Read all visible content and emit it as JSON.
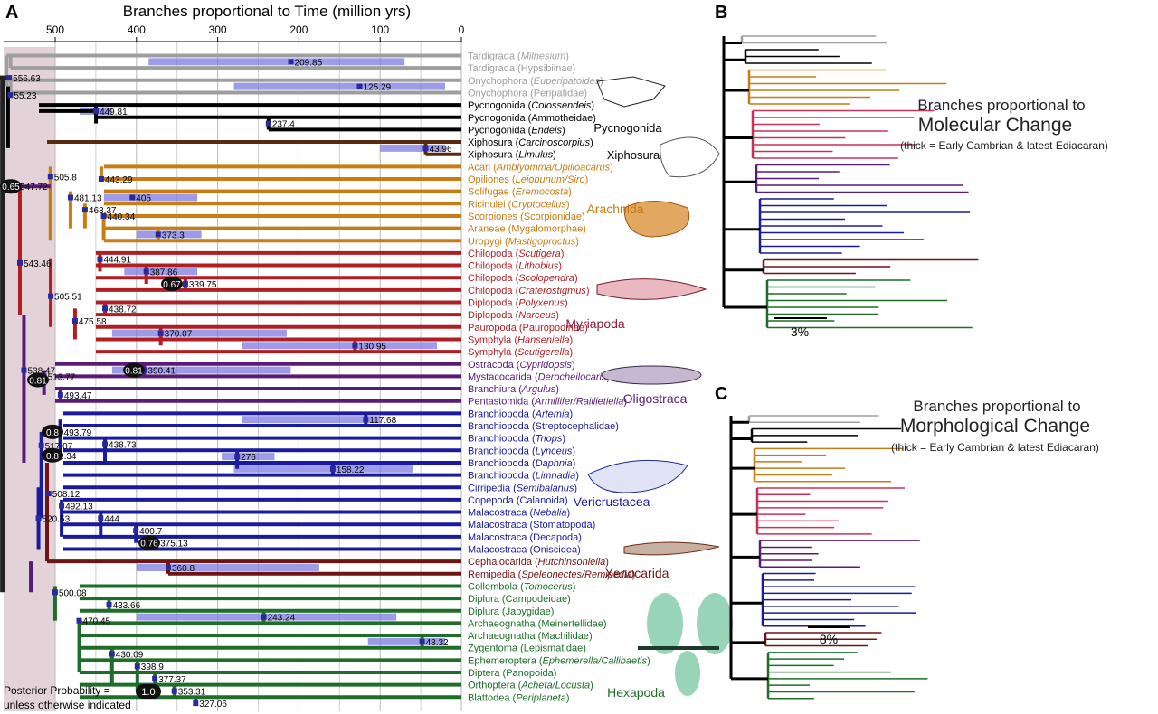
{
  "panelA": {
    "letter": "A",
    "axis_title": "Branches proportional to Time (million yrs)",
    "ticks": [
      "500",
      "400",
      "300",
      "200",
      "100",
      "0"
    ],
    "taxa": [
      {
        "group": "Tardigrada",
        "species": "Milnesium",
        "italic": true,
        "color": "#9e9e9e"
      },
      {
        "group": "Tardigrada",
        "species": "Hypsibiinae",
        "italic": false,
        "color": "#9e9e9e"
      },
      {
        "group": "Onychophora",
        "species": "Euperipatoides",
        "italic": true,
        "color": "#9e9e9e"
      },
      {
        "group": "Onychophora",
        "species": "Peripatidae",
        "italic": false,
        "color": "#9e9e9e"
      },
      {
        "group": "Pycnogonida",
        "species": "Colossendeis",
        "italic": true,
        "color": "#000000"
      },
      {
        "group": "Pycnogonida",
        "species": "Ammotheidae",
        "italic": false,
        "color": "#000000"
      },
      {
        "group": "Pycnogonida",
        "species": "Endeis",
        "italic": true,
        "color": "#000000"
      },
      {
        "group": "Xiphosura",
        "species": "Carcinoscorpius",
        "italic": true,
        "color": "#000000"
      },
      {
        "group": "Xiphosura",
        "species": "Limulus",
        "italic": true,
        "color": "#000000"
      },
      {
        "group": "Acari",
        "species": "Amblyomma/Opilioacarus",
        "italic": true,
        "color": "#c87c12"
      },
      {
        "group": "Opiliones",
        "species": "Leiobunum/Siro",
        "italic": true,
        "color": "#c87c12"
      },
      {
        "group": "Solifugae",
        "species": "Eremocosta",
        "italic": true,
        "color": "#c87c12"
      },
      {
        "group": "Ricinulei",
        "species": "Cryptocellus",
        "italic": true,
        "color": "#c87c12"
      },
      {
        "group": "Scorpiones",
        "species": "Scorpionidae",
        "italic": false,
        "color": "#c87c12"
      },
      {
        "group": "Araneae",
        "species": "Mygalomorphae",
        "italic": false,
        "color": "#c87c12"
      },
      {
        "group": "Uropygi",
        "species": "Mastigoproctus",
        "italic": true,
        "color": "#c87c12"
      },
      {
        "group": "Chilopoda",
        "species": "Scutigera",
        "italic": true,
        "color": "#b01e24"
      },
      {
        "group": "Chilopoda",
        "species": "Lithobius",
        "italic": true,
        "color": "#b01e24"
      },
      {
        "group": "Chilopoda",
        "species": "Scolopendra",
        "italic": true,
        "color": "#b01e24"
      },
      {
        "group": "Chilopoda",
        "species": "Craterostigmus",
        "italic": true,
        "color": "#b01e24"
      },
      {
        "group": "Diplopoda",
        "species": "Polyxenus",
        "italic": true,
        "color": "#b01e24"
      },
      {
        "group": "Diplopoda",
        "species": "Narceus",
        "italic": true,
        "color": "#b01e24"
      },
      {
        "group": "Pauropoda",
        "species": "Pauropodinae",
        "italic": false,
        "color": "#b01e24"
      },
      {
        "group": "Symphyla",
        "species": "Hanseniella",
        "italic": true,
        "color": "#b01e24"
      },
      {
        "group": "Symphyla",
        "species": "Scutigerella",
        "italic": true,
        "color": "#b01e24"
      },
      {
        "group": "Ostracoda",
        "species": "Cypridopsis",
        "italic": true,
        "color": "#5a1a78"
      },
      {
        "group": "Mystacocarida",
        "species": "Derocheilocaris",
        "italic": true,
        "color": "#5a1a78"
      },
      {
        "group": "Branchiura",
        "species": "Argulus",
        "italic": true,
        "color": "#5a1a78"
      },
      {
        "group": "Pentastomida",
        "species": "Armillifer/Raillietiella",
        "italic": true,
        "color": "#5a1a78"
      },
      {
        "group": "Branchiopoda",
        "species": "Artemia",
        "italic": true,
        "color": "#1a1a9e"
      },
      {
        "group": "Branchiopoda",
        "species": "Streptocephalidae",
        "italic": false,
        "color": "#1a1a9e"
      },
      {
        "group": "Branchiopoda",
        "species": "Triops",
        "italic": true,
        "color": "#1a1a9e"
      },
      {
        "group": "Branchiopoda",
        "species": "Lynceus",
        "italic": true,
        "color": "#1a1a9e"
      },
      {
        "group": "Branchiopoda",
        "species": "Daphnia",
        "italic": true,
        "color": "#1a1a9e"
      },
      {
        "group": "Branchiopoda",
        "species": "Limnadia",
        "italic": true,
        "color": "#1a1a9e"
      },
      {
        "group": "Cirripedia",
        "species": "Semibalanus",
        "italic": true,
        "color": "#1a1a9e"
      },
      {
        "group": "Copepoda",
        "species": "Calanoida",
        "italic": false,
        "color": "#1a1a9e"
      },
      {
        "group": "Malacostraca",
        "species": "Nebalia",
        "italic": true,
        "color": "#1a1a9e"
      },
      {
        "group": "Malacostraca",
        "species": "Stomatopoda",
        "italic": false,
        "color": "#1a1a9e"
      },
      {
        "group": "Malacostraca",
        "species": "Decapoda",
        "italic": false,
        "color": "#1a1a9e"
      },
      {
        "group": "Malacostraca",
        "species": "Oniscidea",
        "italic": false,
        "color": "#1a1a9e"
      },
      {
        "group": "Cephalocarida",
        "species": "Hutchinsoniella",
        "italic": true,
        "color": "#6e1414"
      },
      {
        "group": "Remipedia",
        "species": "Speleonectes/Remipedia",
        "italic": true,
        "color": "#6e1414"
      },
      {
        "group": "Collembola",
        "species": "Tomocerus",
        "italic": true,
        "color": "#1e6e2a"
      },
      {
        "group": "Diplura",
        "species": "Campodeidae",
        "italic": false,
        "color": "#1e6e2a"
      },
      {
        "group": "Diplura",
        "species": "Japygidae",
        "italic": false,
        "color": "#1e6e2a"
      },
      {
        "group": "Archaeognatha",
        "species": "Meinertellidae",
        "italic": false,
        "color": "#1e6e2a"
      },
      {
        "group": "Archaeognatha",
        "species": "Machilidae",
        "italic": false,
        "color": "#1e6e2a"
      },
      {
        "group": "Zygentoma",
        "species": "Lepismatidae",
        "italic": false,
        "color": "#1e6e2a"
      },
      {
        "group": "Ephemeroptera",
        "species": "Ephemerella/Callibaetis",
        "italic": true,
        "color": "#1e6e2a"
      },
      {
        "group": "Diptera",
        "species": "Panopoida",
        "italic": false,
        "color": "#1e6e2a"
      },
      {
        "group": "Orthoptera",
        "species": "Acheta/Locusta",
        "italic": true,
        "color": "#1e6e2a"
      },
      {
        "group": "Blattodea",
        "species": "Periplaneta",
        "italic": true,
        "color": "#1e6e2a"
      }
    ],
    "node_ages": [
      {
        "label": "209.85",
        "age": 209.85,
        "row": 0.5,
        "ci": [
          385,
          70
        ]
      },
      {
        "label": "125.29",
        "age": 125.29,
        "row": 2.5,
        "ci": [
          280,
          20
        ]
      },
      {
        "label": "556.63",
        "age": 556.63,
        "row": 1.8
      },
      {
        "label": "449.81",
        "age": 449.81,
        "row": 4.5,
        "ci": [
          470,
          430
        ]
      },
      {
        "label": "237.4",
        "age": 237.4,
        "row": 5.5
      },
      {
        "label": "55.23",
        "age": 555.23,
        "row": 3.2
      },
      {
        "label": "43.96",
        "age": 43.96,
        "row": 7.5,
        "ci": [
          100,
          20
        ]
      },
      {
        "label": "505.8",
        "age": 505.8,
        "row": 9.8
      },
      {
        "label": "547.72",
        "age": 547.72,
        "row": 10.6
      },
      {
        "label": "443.29",
        "age": 443.29,
        "row": 10.0
      },
      {
        "label": "481.13",
        "age": 481.13,
        "row": 11.5
      },
      {
        "label": "405",
        "age": 405,
        "row": 11.5,
        "ci": [
          440,
          325
        ]
      },
      {
        "label": "463.37",
        "age": 463.37,
        "row": 12.5
      },
      {
        "label": "440.34",
        "age": 440.34,
        "row": 13.0
      },
      {
        "label": "373.3",
        "age": 373.3,
        "row": 14.5,
        "ci": [
          400,
          320
        ]
      },
      {
        "label": "543.46",
        "age": 543.46,
        "row": 16.8
      },
      {
        "label": "444.91",
        "age": 444.91,
        "row": 16.5
      },
      {
        "label": "387.86",
        "age": 387.86,
        "row": 17.5,
        "ci": [
          415,
          325
        ]
      },
      {
        "label": "339.75",
        "age": 339.75,
        "row": 18.5
      },
      {
        "label": "505.51",
        "age": 505.51,
        "row": 19.5
      },
      {
        "label": "438.72",
        "age": 438.72,
        "row": 20.5
      },
      {
        "label": "475.58",
        "age": 475.58,
        "row": 21.5
      },
      {
        "label": "370.07",
        "age": 370.07,
        "row": 22.5,
        "ci": [
          430,
          215
        ]
      },
      {
        "label": "130.95",
        "age": 130.95,
        "row": 23.5,
        "ci": [
          270,
          30
        ]
      },
      {
        "label": "538.47",
        "age": 538.47,
        "row": 25.5
      },
      {
        "label": "390.41",
        "age": 390.41,
        "row": 25.5,
        "ci": [
          430,
          210
        ]
      },
      {
        "label": "513.77",
        "age": 513.77,
        "row": 26.0
      },
      {
        "label": "493.47",
        "age": 493.47,
        "row": 27.5
      },
      {
        "label": "117.68",
        "age": 117.68,
        "row": 29.5,
        "ci": [
          270,
          100
        ]
      },
      {
        "label": "493.79",
        "age": 493.79,
        "row": 30.5
      },
      {
        "label": "517.07",
        "age": 517.07,
        "row": 31.6
      },
      {
        "label": "438.73",
        "age": 438.73,
        "row": 31.5
      },
      {
        "label": "276",
        "age": 276,
        "row": 32.5,
        "ci": [
          295,
          230
        ]
      },
      {
        "label": "158.22",
        "age": 158.22,
        "row": 33.5,
        "ci": [
          280,
          60
        ]
      },
      {
        "label": "512.34",
        "age": 512.34,
        "row": 32.4
      },
      {
        "label": "508.12",
        "age": 508.12,
        "row": 35.5
      },
      {
        "label": "492.13",
        "age": 492.13,
        "row": 36.5
      },
      {
        "label": "444",
        "age": 444,
        "row": 37.5
      },
      {
        "label": "400.7",
        "age": 400.7,
        "row": 38.5
      },
      {
        "label": "375.13",
        "age": 375.13,
        "row": 39.5
      },
      {
        "label": "520.53",
        "age": 520.53,
        "row": 37.5
      },
      {
        "label": "360.8",
        "age": 360.8,
        "row": 41.5,
        "ci": [
          400,
          175
        ]
      },
      {
        "label": "500.08",
        "age": 500.08,
        "row": 43.5
      },
      {
        "label": "433.66",
        "age": 433.66,
        "row": 44.5
      },
      {
        "label": "243.24",
        "age": 243.24,
        "row": 45.5,
        "ci": [
          400,
          80
        ]
      },
      {
        "label": "470.45",
        "age": 470.45,
        "row": 45.8
      },
      {
        "label": "48.32",
        "age": 48.32,
        "row": 47.5,
        "ci": [
          115,
          20
        ]
      },
      {
        "label": "430.09",
        "age": 430.09,
        "row": 48.5
      },
      {
        "label": "398.9",
        "age": 398.9,
        "row": 49.5
      },
      {
        "label": "377.37",
        "age": 377.37,
        "row": 50.5
      },
      {
        "label": "353.31",
        "age": 353.31,
        "row": 51.5
      },
      {
        "label": "327.06",
        "age": 327.06,
        "row": 52.5
      }
    ],
    "pp_badges": [
      {
        "value": "0.65",
        "row": 10.6
      },
      {
        "value": "0.67",
        "row": 18.5
      },
      {
        "value": "0.81",
        "row": 25.5
      },
      {
        "value": "0.81",
        "row": 26.3
      },
      {
        "value": "0.8",
        "row": 30.5
      },
      {
        "value": "0.8",
        "row": 32.4
      },
      {
        "value": "0.76",
        "row": 39.5
      }
    ],
    "clade_labels": [
      "Pycnogonida",
      "Xiphosura",
      "Arachnida",
      "Myriapoda",
      "Oligostraca",
      "Vericrustacea",
      "Xenocarida",
      "Hexapoda"
    ],
    "legend_text": [
      "Posterior Probability =",
      "unless otherwise indicated"
    ],
    "legend_badge": "1.0"
  },
  "panelB": {
    "letter": "B",
    "title_line1": "Branches proportional to",
    "title_line2": "Molecular Change",
    "title_line3": "(thick = Early Cambrian & latest Ediacaran)",
    "scale_label": "3%"
  },
  "panelC": {
    "letter": "C",
    "title_line1": "Branches proportional to",
    "title_line2": "Morphological Change",
    "title_line3": "(thick = Early Cambrian & latest Ediacaran)",
    "scale_label": "8%"
  },
  "colors": {
    "grey": "#9e9e9e",
    "black": "#000000",
    "orange": "#c87c12",
    "red": "#b01e24",
    "purple": "#5a1a78",
    "blue": "#1a1a9e",
    "darkred": "#6e1414",
    "green": "#1e6e2a",
    "ci": "#7b7be0",
    "shade": "#d9c5cc"
  }
}
